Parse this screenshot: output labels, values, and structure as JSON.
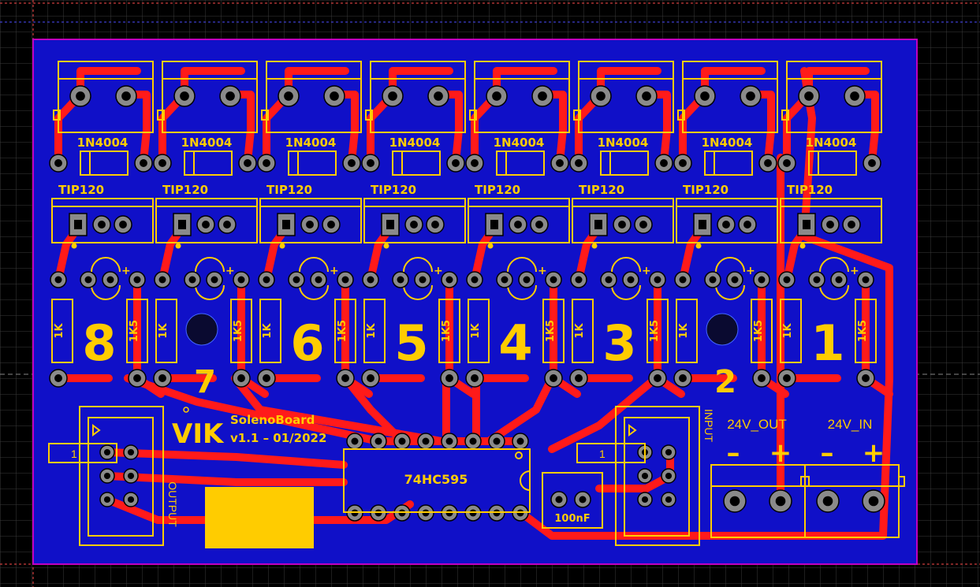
{
  "board": {
    "title": "SolenoBoard",
    "version": "v1.1 – 01/2022",
    "logo": "VIK",
    "colors": {
      "background": "#000000",
      "grid": "#3a3a3a",
      "outline": "#c000c0",
      "copper_bottom": "#1010c8",
      "copper_top": "#ff1a1a",
      "silkscreen": "#ffcc00",
      "pad": "#8a8a8a"
    }
  },
  "channels": [
    {
      "number": "1",
      "diode": "1N4004",
      "transistor": "TIP120",
      "r_base": "1K",
      "r_pull": "1K5"
    },
    {
      "number": "2",
      "diode": "1N4004",
      "transistor": "TIP120",
      "r_base": "1K",
      "r_pull": "1K5"
    },
    {
      "number": "3",
      "diode": "1N4004",
      "transistor": "TIP120",
      "r_base": "1K",
      "r_pull": "1K5"
    },
    {
      "number": "4",
      "diode": "1N4004",
      "transistor": "TIP120",
      "r_base": "1K",
      "r_pull": "1K5"
    },
    {
      "number": "5",
      "diode": "1N4004",
      "transistor": "TIP120",
      "r_base": "1K",
      "r_pull": "1K5"
    },
    {
      "number": "6",
      "diode": "1N4004",
      "transistor": "TIP120",
      "r_base": "1K",
      "r_pull": "1K5"
    },
    {
      "number": "7",
      "diode": "1N4004",
      "transistor": "TIP120",
      "r_base": "1K",
      "r_pull": "1K5"
    },
    {
      "number": "8",
      "diode": "1N4004",
      "transistor": "TIP120",
      "r_base": "1K",
      "r_pull": "1K5"
    }
  ],
  "ic": {
    "label": "74HC595"
  },
  "capacitor": {
    "label": "100nF"
  },
  "connectors": {
    "output": {
      "label": "OUTPUT",
      "pin1": "1"
    },
    "input": {
      "label": "INPUT",
      "pin1": "1"
    },
    "power_out": {
      "label": "24V_OUT",
      "minus": "–",
      "plus": "+"
    },
    "power_in": {
      "label": "24V_IN",
      "minus": "–",
      "plus": "+"
    }
  },
  "led_polarity": "+"
}
